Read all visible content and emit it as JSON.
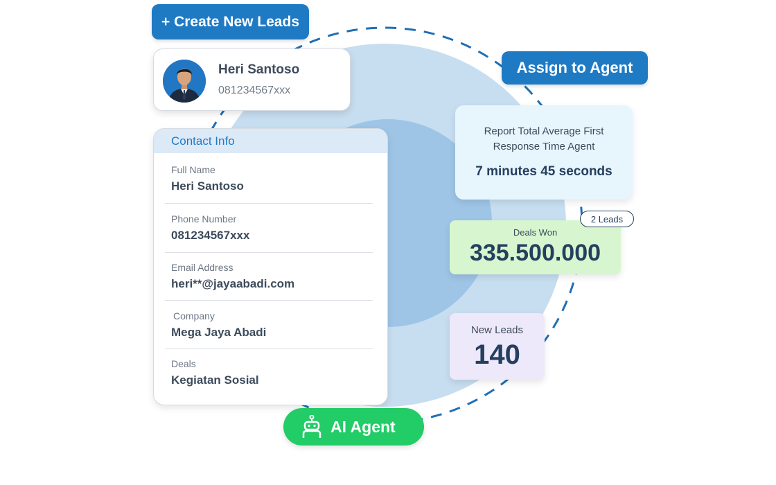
{
  "actions": {
    "create_leads": "+ Create New Leads",
    "assign_agent": "Assign to Agent"
  },
  "profile": {
    "name": "Heri Santoso",
    "phone": "081234567xxx"
  },
  "contact_info": {
    "title": "Contact Info",
    "fields": [
      {
        "label": "Full Name",
        "value": "Heri Santoso"
      },
      {
        "label": "Phone Number",
        "value": "081234567xxx"
      },
      {
        "label": "Email Address",
        "value": "heri**@jayaabadi.com"
      },
      {
        "label": "Company",
        "value": "Mega Jaya Abadi"
      },
      {
        "label": "Deals",
        "value": "Kegiatan Sosial"
      }
    ]
  },
  "ai_agent": {
    "label": "AI Agent",
    "icon": "robot-icon"
  },
  "report": {
    "title": "Report Total Average First Response Time Agent",
    "value": "7 minutes 45 seconds"
  },
  "deals_won": {
    "label": "Deals Won",
    "value": "335.500.000",
    "badge": "2 Leads"
  },
  "new_leads": {
    "label": "New Leads",
    "value": "140"
  },
  "colors": {
    "primary_blue": "#1f7ac4",
    "ai_green": "#22cc66",
    "dark_navy": "#253f5e",
    "circle_outer": "#c7def0",
    "circle_inner": "#9ec5e6"
  }
}
